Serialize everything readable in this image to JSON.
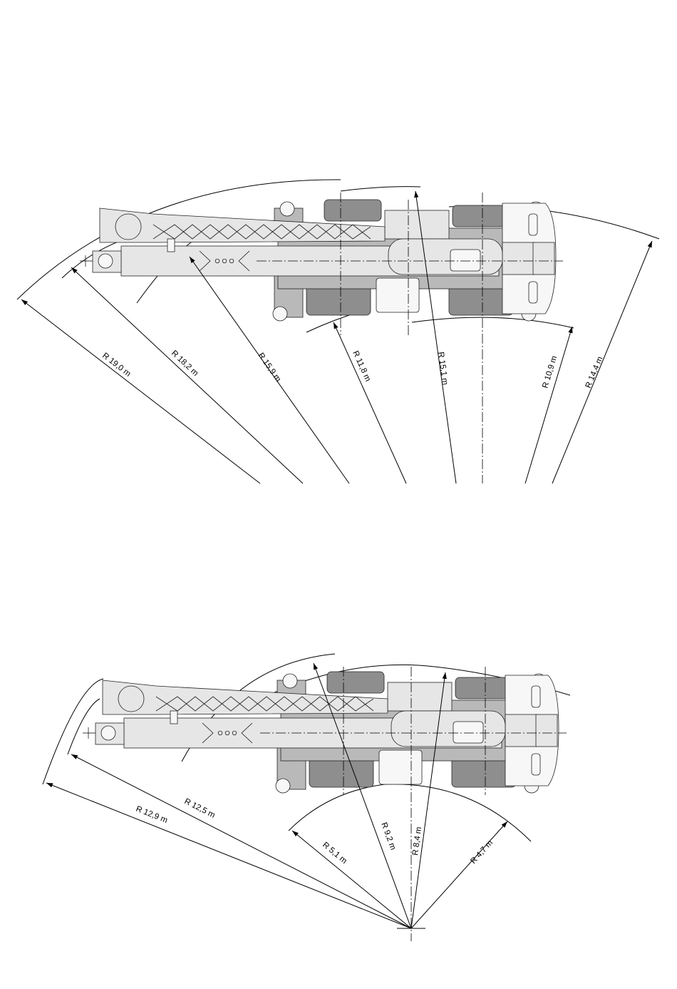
{
  "diagrams": [
    {
      "id": "top",
      "radius_labels": [
        "R 19,0 m",
        "R 18,2 m",
        "R 15,9 m",
        "R 11,8 m",
        "R 15,1 m",
        "R 10,9 m",
        "R 14,4 m"
      ]
    },
    {
      "id": "bottom",
      "radius_labels": [
        "R 12,9 m",
        "R 12,5 m",
        "R 5,1 m",
        "R 9,2 m",
        "R 8,4 m",
        "R 4,7 m"
      ]
    }
  ]
}
